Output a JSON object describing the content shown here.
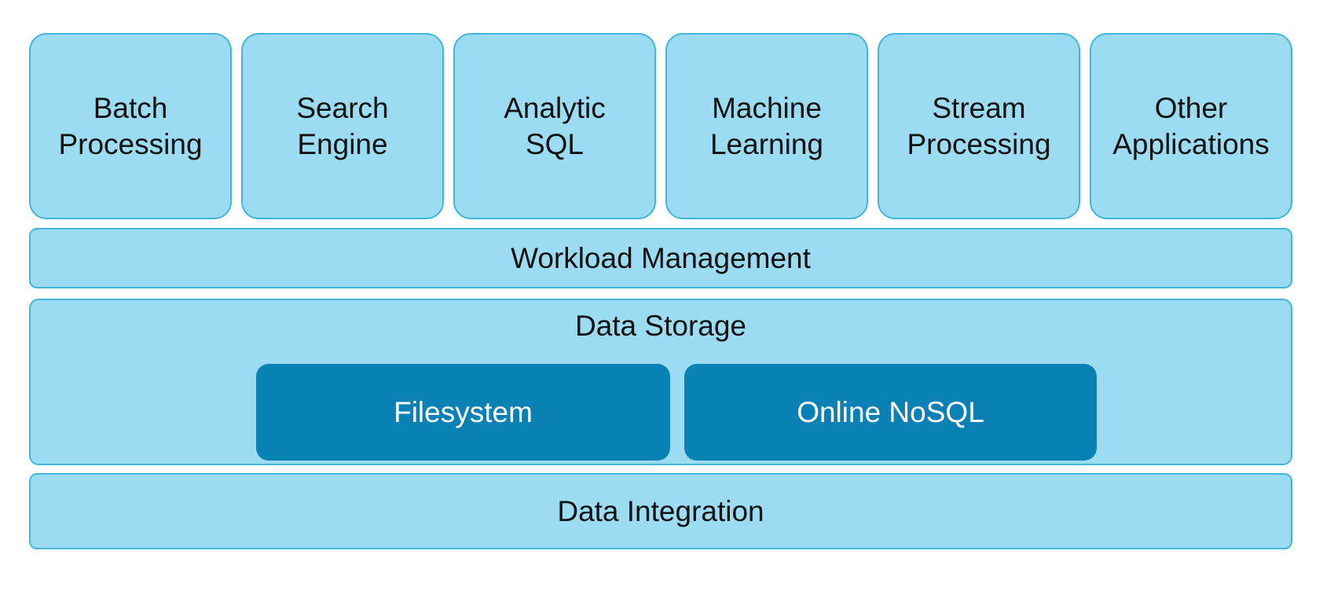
{
  "diagram": {
    "title": "Big Data Platform Layered Architecture",
    "type": "layered-stack",
    "colors": {
      "layer_fill": "#9BDCF2",
      "layer_border": "#41B6D8",
      "storage_inner_fill": "#0A81B5",
      "storage_inner_text": "#FFFFFF",
      "layer_text": "#111111",
      "background": "#FFFFFF"
    },
    "layers": [
      {
        "id": "applications",
        "kind": "row-of-boxes",
        "boxes": [
          {
            "id": "batch-processing",
            "label": "Batch\nProcessing"
          },
          {
            "id": "search-engine",
            "label": "Search\nEngine"
          },
          {
            "id": "analytic-sql",
            "label": "Analytic\nSQL"
          },
          {
            "id": "machine-learning",
            "label": "Machine\nLearning"
          },
          {
            "id": "stream-processing",
            "label": "Stream\nProcessing"
          },
          {
            "id": "other-applications",
            "label": "Other\nApplications"
          }
        ]
      },
      {
        "id": "workload-management",
        "kind": "full-width-bar",
        "label": "Workload Management"
      },
      {
        "id": "data-storage",
        "kind": "full-width-bar-with-children",
        "label": "Data Storage",
        "children": [
          {
            "id": "filesystem",
            "label": "Filesystem"
          },
          {
            "id": "online-nosql",
            "label": "Online NoSQL"
          }
        ]
      },
      {
        "id": "data-integration",
        "kind": "full-width-bar",
        "label": "Data Integration"
      }
    ]
  }
}
